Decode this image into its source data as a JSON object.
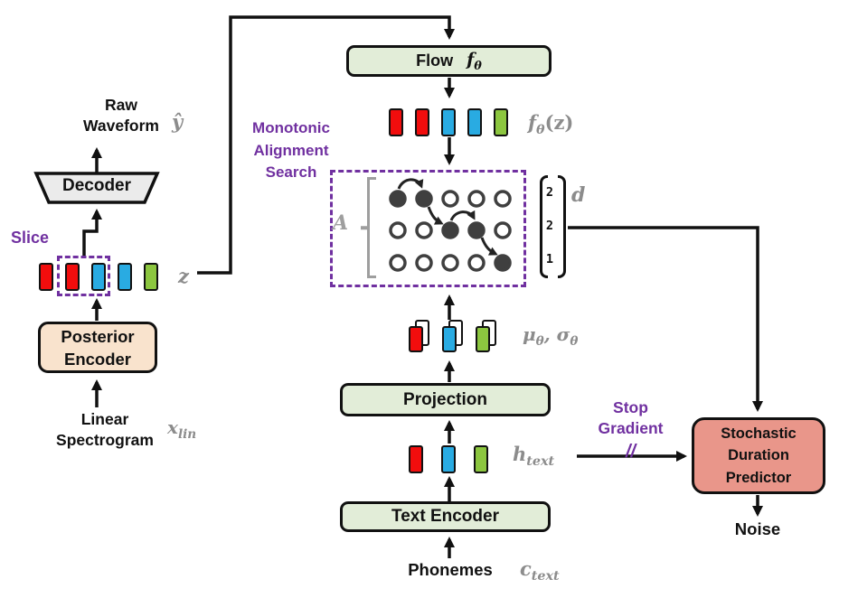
{
  "colors": {
    "red": "#F20D0D",
    "blue": "#29ABE2",
    "green": "#8CC63F",
    "purple": "#7030A0",
    "box_green": "#E2EDD8",
    "peach": "#F9E3CD",
    "salmon": "#E9968A",
    "decoder_gray": "#EBEBEB",
    "line_black": "#111111",
    "label_gray": "#8C8C8C",
    "circle_dark": "#3F3F3F"
  },
  "left": {
    "raw_waveform_line1": "Raw",
    "raw_waveform_line2": "Waveform",
    "y_hat": "ŷ",
    "decoder": "Decoder",
    "slice": "Slice",
    "z": "z",
    "z_blocks": [
      "red",
      "red",
      "blue",
      "blue",
      "green"
    ],
    "posterior_line1": "Posterior",
    "posterior_line2": "Encoder",
    "linear_line1": "Linear",
    "linear_line2": "Spectrogram",
    "x_base": "x",
    "x_sub": "lin"
  },
  "center": {
    "flow": "Flow",
    "flow_f": "f",
    "flow_f_sub": "θ",
    "fz_base": "f",
    "fz_sub": "θ",
    "fz_paren": "(z)",
    "fz_blocks": [
      "red",
      "red",
      "blue",
      "blue",
      "green"
    ],
    "mas_label_1": "Monotonic",
    "mas_label_2": "Alignment",
    "mas_label_3": "Search",
    "A": "A",
    "alignment_matrix": [
      [
        1,
        1,
        0,
        0,
        0
      ],
      [
        0,
        0,
        1,
        1,
        0
      ],
      [
        0,
        0,
        0,
        0,
        1
      ]
    ],
    "durations": [
      "2",
      "2",
      "1"
    ],
    "d": "d",
    "mu": "μ",
    "mu_sub": "θ",
    "comma": ",",
    "sigma": "σ",
    "sigma_sub": "θ",
    "mu_blocks": [
      "red",
      "blue",
      "green"
    ],
    "projection": "Projection",
    "h_base": "h",
    "h_sub": "text",
    "h_blocks": [
      "red",
      "blue",
      "green"
    ],
    "text_encoder": "Text Encoder",
    "phonemes": "Phonemes",
    "c_base": "c",
    "c_sub": "text"
  },
  "right": {
    "stop_1": "Stop",
    "stop_2": "Gradient",
    "slash": "//",
    "sdp_1": "Stochastic",
    "sdp_2": "Duration",
    "sdp_3": "Predictor",
    "noise": "Noise"
  }
}
